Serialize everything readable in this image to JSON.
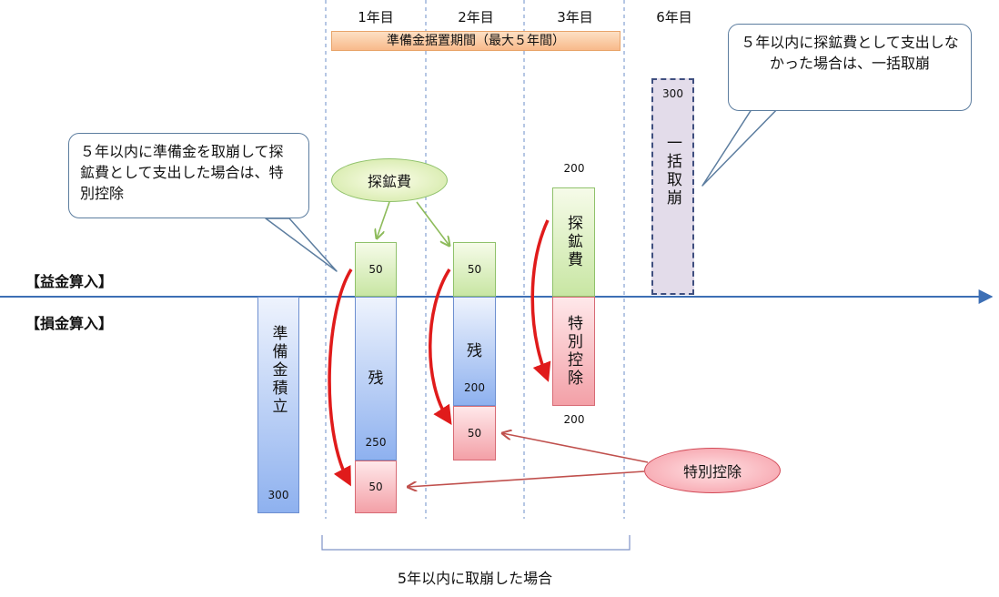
{
  "columns": [
    "1年目",
    "2年目",
    "3年目",
    "6年目"
  ],
  "period_label": "準備金据置期間（最大５年間）",
  "labels": {
    "income": "【益金算入】",
    "expense": "【損金算入】"
  },
  "reserve": {
    "text": "準備金積立",
    "value": "300"
  },
  "year1": {
    "top_value": "50",
    "mid_text": "残",
    "mid_value": "250",
    "bottom_value": "50"
  },
  "year2": {
    "top_value": "50",
    "mid_text": "残",
    "mid_value": "200",
    "bottom_value": "50"
  },
  "year3": {
    "top_value": "200",
    "top_text": "探鉱費",
    "bottom_text": "特別控除",
    "bottom_value": "200"
  },
  "year6": {
    "value": "300",
    "text": "一括取崩"
  },
  "callouts": {
    "left": "５年以内に準備金を取崩して探鉱費として支出した場合は、特別控除",
    "right": "５年以内に探鉱費として支出しなかった場合は、一括取崩"
  },
  "ovals": {
    "exploration": "探鉱費",
    "deduction": "特別控除"
  },
  "bottom_label": "5年以内に取崩した場合",
  "colors": {
    "axis": "#3d6fb5",
    "red_arrow": "#e01b1b",
    "green_arrow": "#8dbb5a",
    "dark_red_arrow": "#c0504d"
  }
}
